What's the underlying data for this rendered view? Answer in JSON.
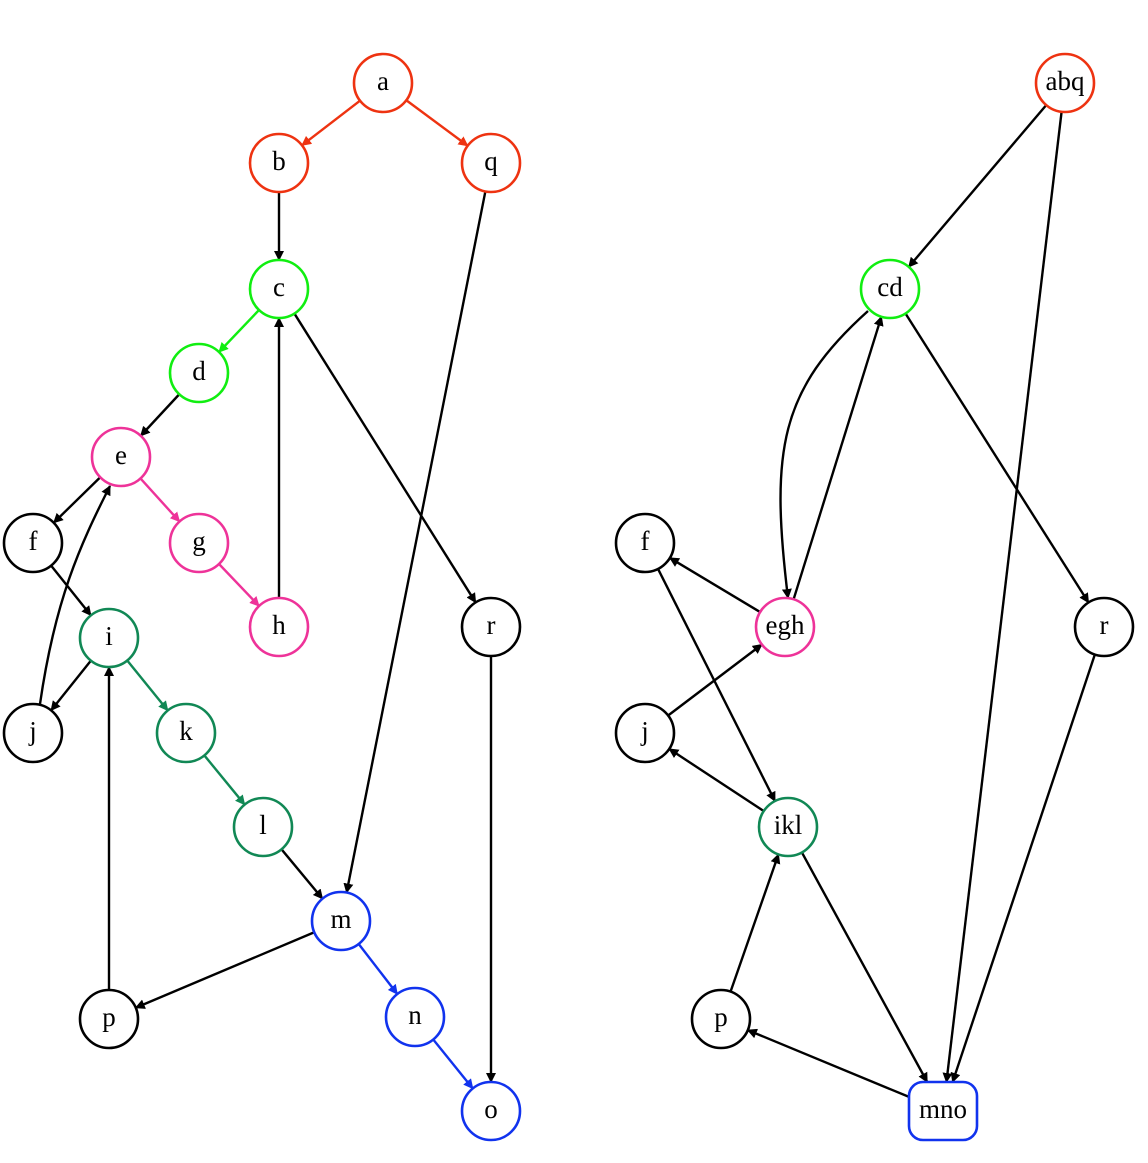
{
  "colors": {
    "black": "#000000",
    "red": "#ee3311",
    "green": "#11ee11",
    "pink": "#ee3399",
    "teal": "#118855",
    "blue": "#1133ee"
  },
  "graph_left": {
    "nodes": [
      {
        "id": "a",
        "label": "a",
        "color": "red"
      },
      {
        "id": "b",
        "label": "b",
        "color": "red"
      },
      {
        "id": "q",
        "label": "q",
        "color": "red"
      },
      {
        "id": "c",
        "label": "c",
        "color": "green"
      },
      {
        "id": "d",
        "label": "d",
        "color": "green"
      },
      {
        "id": "e",
        "label": "e",
        "color": "pink"
      },
      {
        "id": "f",
        "label": "f",
        "color": "black"
      },
      {
        "id": "g",
        "label": "g",
        "color": "pink"
      },
      {
        "id": "h",
        "label": "h",
        "color": "pink"
      },
      {
        "id": "i",
        "label": "i",
        "color": "teal"
      },
      {
        "id": "j",
        "label": "j",
        "color": "black"
      },
      {
        "id": "k",
        "label": "k",
        "color": "teal"
      },
      {
        "id": "l",
        "label": "l",
        "color": "teal"
      },
      {
        "id": "m",
        "label": "m",
        "color": "blue"
      },
      {
        "id": "n",
        "label": "n",
        "color": "blue"
      },
      {
        "id": "o",
        "label": "o",
        "color": "blue"
      },
      {
        "id": "p",
        "label": "p",
        "color": "black"
      },
      {
        "id": "r",
        "label": "r",
        "color": "black"
      }
    ],
    "edges": [
      {
        "from": "a",
        "to": "b",
        "color": "red"
      },
      {
        "from": "a",
        "to": "q",
        "color": "red"
      },
      {
        "from": "b",
        "to": "c",
        "color": "black"
      },
      {
        "from": "q",
        "to": "m",
        "color": "black"
      },
      {
        "from": "c",
        "to": "d",
        "color": "green"
      },
      {
        "from": "c",
        "to": "r",
        "color": "black"
      },
      {
        "from": "d",
        "to": "e",
        "color": "black"
      },
      {
        "from": "e",
        "to": "f",
        "color": "black"
      },
      {
        "from": "e",
        "to": "g",
        "color": "pink"
      },
      {
        "from": "g",
        "to": "h",
        "color": "pink"
      },
      {
        "from": "h",
        "to": "c",
        "color": "black"
      },
      {
        "from": "f",
        "to": "i",
        "color": "black"
      },
      {
        "from": "i",
        "to": "j",
        "color": "black"
      },
      {
        "from": "j",
        "to": "e",
        "color": "black"
      },
      {
        "from": "i",
        "to": "k",
        "color": "teal"
      },
      {
        "from": "k",
        "to": "l",
        "color": "teal"
      },
      {
        "from": "l",
        "to": "m",
        "color": "black"
      },
      {
        "from": "m",
        "to": "n",
        "color": "blue"
      },
      {
        "from": "m",
        "to": "p",
        "color": "black"
      },
      {
        "from": "n",
        "to": "o",
        "color": "blue"
      },
      {
        "from": "p",
        "to": "i",
        "color": "black"
      },
      {
        "from": "r",
        "to": "o",
        "color": "black"
      }
    ]
  },
  "graph_right": {
    "nodes": [
      {
        "id": "abq",
        "label": "abq",
        "color": "red"
      },
      {
        "id": "cd",
        "label": "cd",
        "color": "green"
      },
      {
        "id": "egh",
        "label": "egh",
        "color": "pink"
      },
      {
        "id": "f",
        "label": "f",
        "color": "black"
      },
      {
        "id": "j",
        "label": "j",
        "color": "black"
      },
      {
        "id": "ikl",
        "label": "ikl",
        "color": "teal"
      },
      {
        "id": "p",
        "label": "p",
        "color": "black"
      },
      {
        "id": "r",
        "label": "r",
        "color": "black"
      },
      {
        "id": "mno",
        "label": "mno",
        "color": "blue"
      }
    ],
    "edges": [
      {
        "from": "abq",
        "to": "cd",
        "color": "black"
      },
      {
        "from": "abq",
        "to": "mno",
        "color": "black"
      },
      {
        "from": "cd",
        "to": "egh",
        "color": "black"
      },
      {
        "from": "egh",
        "to": "cd",
        "color": "black"
      },
      {
        "from": "cd",
        "to": "r",
        "color": "black"
      },
      {
        "from": "egh",
        "to": "f",
        "color": "black"
      },
      {
        "from": "j",
        "to": "egh",
        "color": "black"
      },
      {
        "from": "f",
        "to": "ikl",
        "color": "black"
      },
      {
        "from": "ikl",
        "to": "j",
        "color": "black"
      },
      {
        "from": "ikl",
        "to": "mno",
        "color": "black"
      },
      {
        "from": "p",
        "to": "ikl",
        "color": "black"
      },
      {
        "from": "mno",
        "to": "p",
        "color": "black"
      },
      {
        "from": "r",
        "to": "mno",
        "color": "black"
      }
    ]
  }
}
